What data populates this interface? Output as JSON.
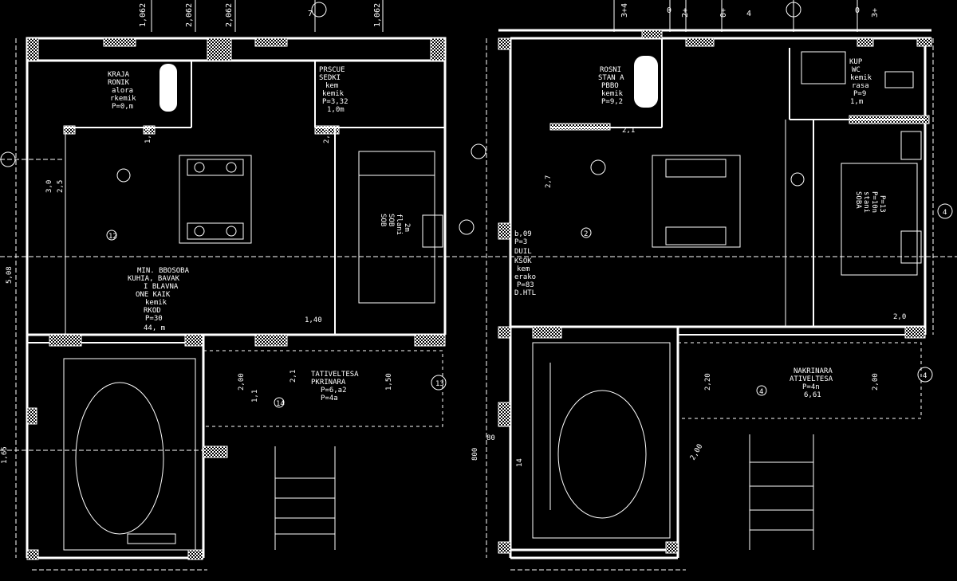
{
  "left_plan": {
    "top_dims": [
      "1,062",
      "2,062",
      "2,062",
      "7",
      "1,062"
    ],
    "rooms": [
      {
        "id": "wc",
        "lines": [
          "KRAJA",
          "RONIK",
          "alora",
          "rkemik",
          "P=0,m"
        ]
      },
      {
        "id": "pracunica",
        "lines": [
          "PRSCUE",
          "SEDKI",
          "kem",
          "kemik",
          "P=3,32",
          "1,0m"
        ]
      },
      {
        "id": "dnevni",
        "lines": [
          "MIN. BBOSOBA",
          "KUHIA, BAVAK",
          "I BLAVNA",
          "ONE KAIK",
          "kemik",
          "RKOD",
          "P=30",
          "44, m"
        ]
      },
      {
        "id": "terasa",
        "lines": [
          "TATIVELTESA",
          "PKRINARA",
          "P=6,a2",
          "P=4a"
        ]
      },
      {
        "id": "soba",
        "lines": [
          "SOB",
          "SOB",
          "flani",
          "2m"
        ]
      }
    ],
    "dims": [
      "1,50",
      "2,50",
      "3,0",
      "2,5",
      "1,40",
      "5,08",
      "2,00",
      "1,50",
      "1,1",
      "2,1",
      "1,65"
    ],
    "markers": [
      "12",
      "14",
      "13"
    ]
  },
  "right_plan": {
    "top_dims": [
      "3+4",
      "0",
      "2+",
      "0+",
      "4",
      "0",
      "3+"
    ],
    "rooms": [
      {
        "id": "stan",
        "lines": [
          "ROSNI",
          "STAN A",
          "PBBO",
          "kemik",
          "P=9,2"
        ]
      },
      {
        "id": "kupaonica",
        "lines": [
          "KUP",
          "WC",
          "kemik",
          "rasa",
          "P=9",
          "1,m"
        ]
      },
      {
        "id": "dnevni2",
        "lines": [
          "b,09",
          "P=3",
          "DUIL",
          "KSOK",
          "kem",
          "erako",
          "P=83",
          "D.HTL"
        ]
      },
      {
        "id": "soba2",
        "lines": [
          "SOBA",
          "stani",
          "P=10n",
          "P=13"
        ]
      },
      {
        "id": "terasa2",
        "lines": [
          "NAKRINARA",
          "ATIVELTESA",
          "P=4n",
          "6,61"
        ]
      }
    ],
    "dims": [
      "80",
      "800",
      "14",
      "2,00",
      "2,7",
      "2,20",
      "2,00",
      "2,1",
      "2,0"
    ],
    "markers": [
      "2",
      "4",
      "4",
      "4"
    ]
  }
}
